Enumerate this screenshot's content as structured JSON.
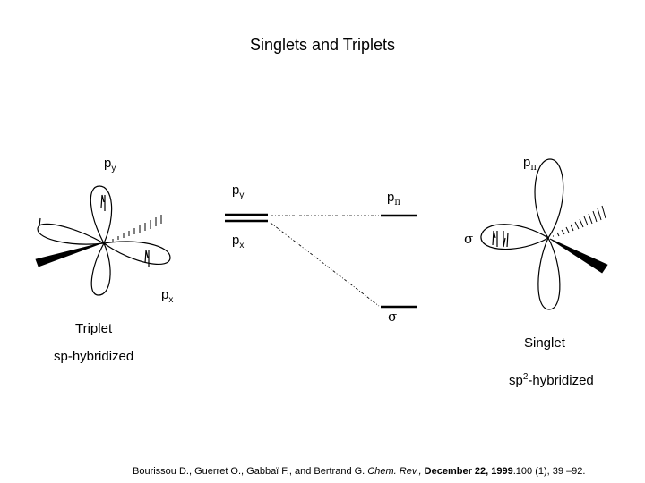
{
  "title": "Singlets and Triplets",
  "triplet": {
    "py": {
      "main": "p",
      "sub": "y"
    },
    "px": {
      "main": "p",
      "sub": "x"
    },
    "name": "Triplet",
    "hybrid": "sp-hybridized"
  },
  "energy_diagram": {
    "left_py": {
      "main": "p",
      "sub": "y"
    },
    "left_px": {
      "main": "p",
      "sub": "x"
    },
    "right_ppi": {
      "main": "p",
      "sub": "π"
    },
    "right_sigma": "σ"
  },
  "singlet": {
    "ppi": {
      "main": "p",
      "sub": "π"
    },
    "sigma": "σ",
    "name": "Singlet",
    "hybrid_pre": "sp",
    "hybrid_sup": "2",
    "hybrid_post": "-hybridized"
  },
  "citation": {
    "authors": "Bourissou D., Guerret O., Gabbaï F., and Bertrand G. ",
    "journal": "Chem. Rev.,",
    "date": " December 22, 1999",
    "rest": ".100 (1), 39 –92."
  },
  "colors": {
    "ink": "#000000",
    "background": "#ffffff"
  }
}
